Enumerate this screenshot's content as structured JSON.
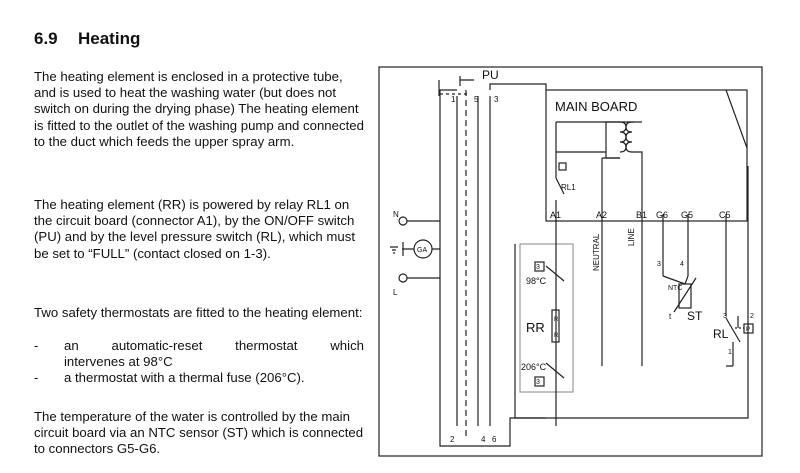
{
  "section": {
    "number": "6.9",
    "title": "Heating"
  },
  "paragraphs": {
    "p1": "The heating element is enclosed in a protective tube, and is used to heat the washing water (but does not switch on during the drying phase) The heating element is fitted to the outlet of the washing pump and connected to the duct which feeds the upper spray arm.",
    "p2": "The heating element (RR) is powered by relay RL1 on the circuit board (connector A1), by the ON/OFF switch (PU) and by the level pressure switch (RL), which must be set to “FULL” (contact closed on 1-3).",
    "p3": "Two safety thermostats are fitted to the heating element:",
    "p4": "The temperature of the water is controlled by the main circuit board via an NTC sensor (ST) which is connected to connectors G5-G6."
  },
  "bullets": [
    {
      "dash": "-",
      "line1": "an automatic-reset thermostat which",
      "line2": "intervenes at 98°C"
    },
    {
      "dash": "-",
      "line1": "a thermostat with a thermal fuse (206°C)."
    }
  ],
  "diagram": {
    "title_main_board": "MAIN BOARD",
    "pu": "PU",
    "pu_top_pins": {
      "p1": "1",
      "p5": "5",
      "p3": "3"
    },
    "pu_bottom_pins": {
      "p2": "2",
      "p4": "4",
      "p6": "6"
    },
    "connectors": [
      "A1",
      "A2",
      "B1",
      "G6",
      "G5",
      "C5"
    ],
    "rl1": "RL1",
    "neutral": "NEUTRAL",
    "line": "LINE",
    "n": "N",
    "l": "L",
    "ga": "GA",
    "rr": "RR",
    "r_mark": "R",
    "t98": "98°C",
    "t206": "206°C",
    "th_mark": "3",
    "ntc": "NTC",
    "st": "ST",
    "st_pins": {
      "p3": "3",
      "p4": "4"
    },
    "t_mark": "t",
    "rl": "RL",
    "rl_pins": {
      "p3": "3",
      "p2": "2",
      "p1": "1"
    },
    "p_mark": "P"
  }
}
